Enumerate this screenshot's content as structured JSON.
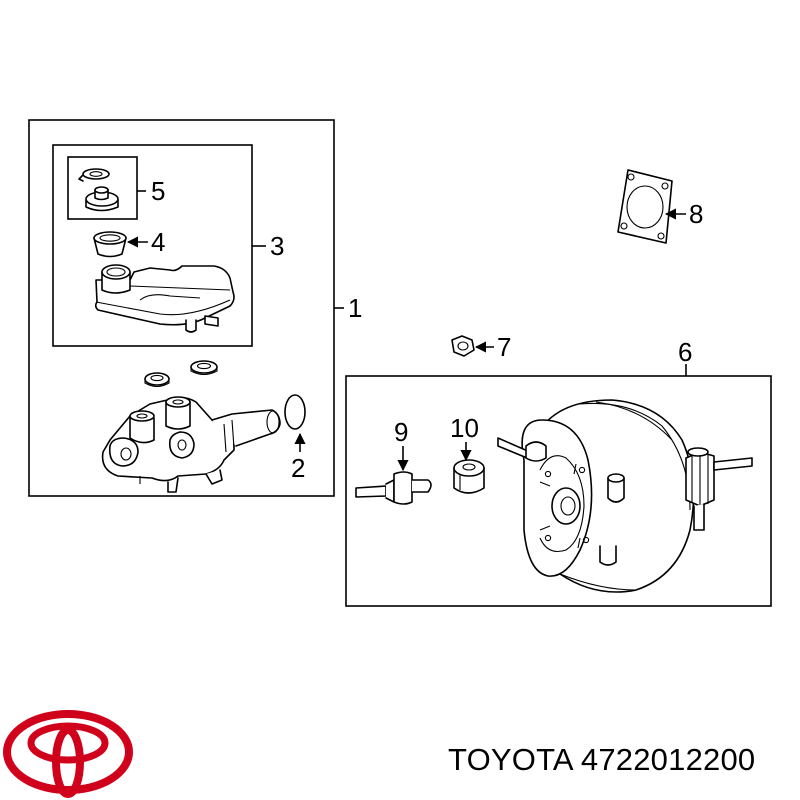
{
  "callouts": {
    "c1": "1",
    "c2": "2",
    "c3": "3",
    "c4": "4",
    "c5": "5",
    "c6": "6",
    "c7": "7",
    "c8": "8",
    "c9": "9",
    "c10": "10"
  },
  "caption": {
    "brand": "TOYOTA",
    "part_number": "4722012200"
  },
  "colors": {
    "logo": "#d0021b",
    "line": "#000000",
    "background": "#ffffff"
  },
  "icons": {
    "logo": "toyota-logo-icon"
  }
}
